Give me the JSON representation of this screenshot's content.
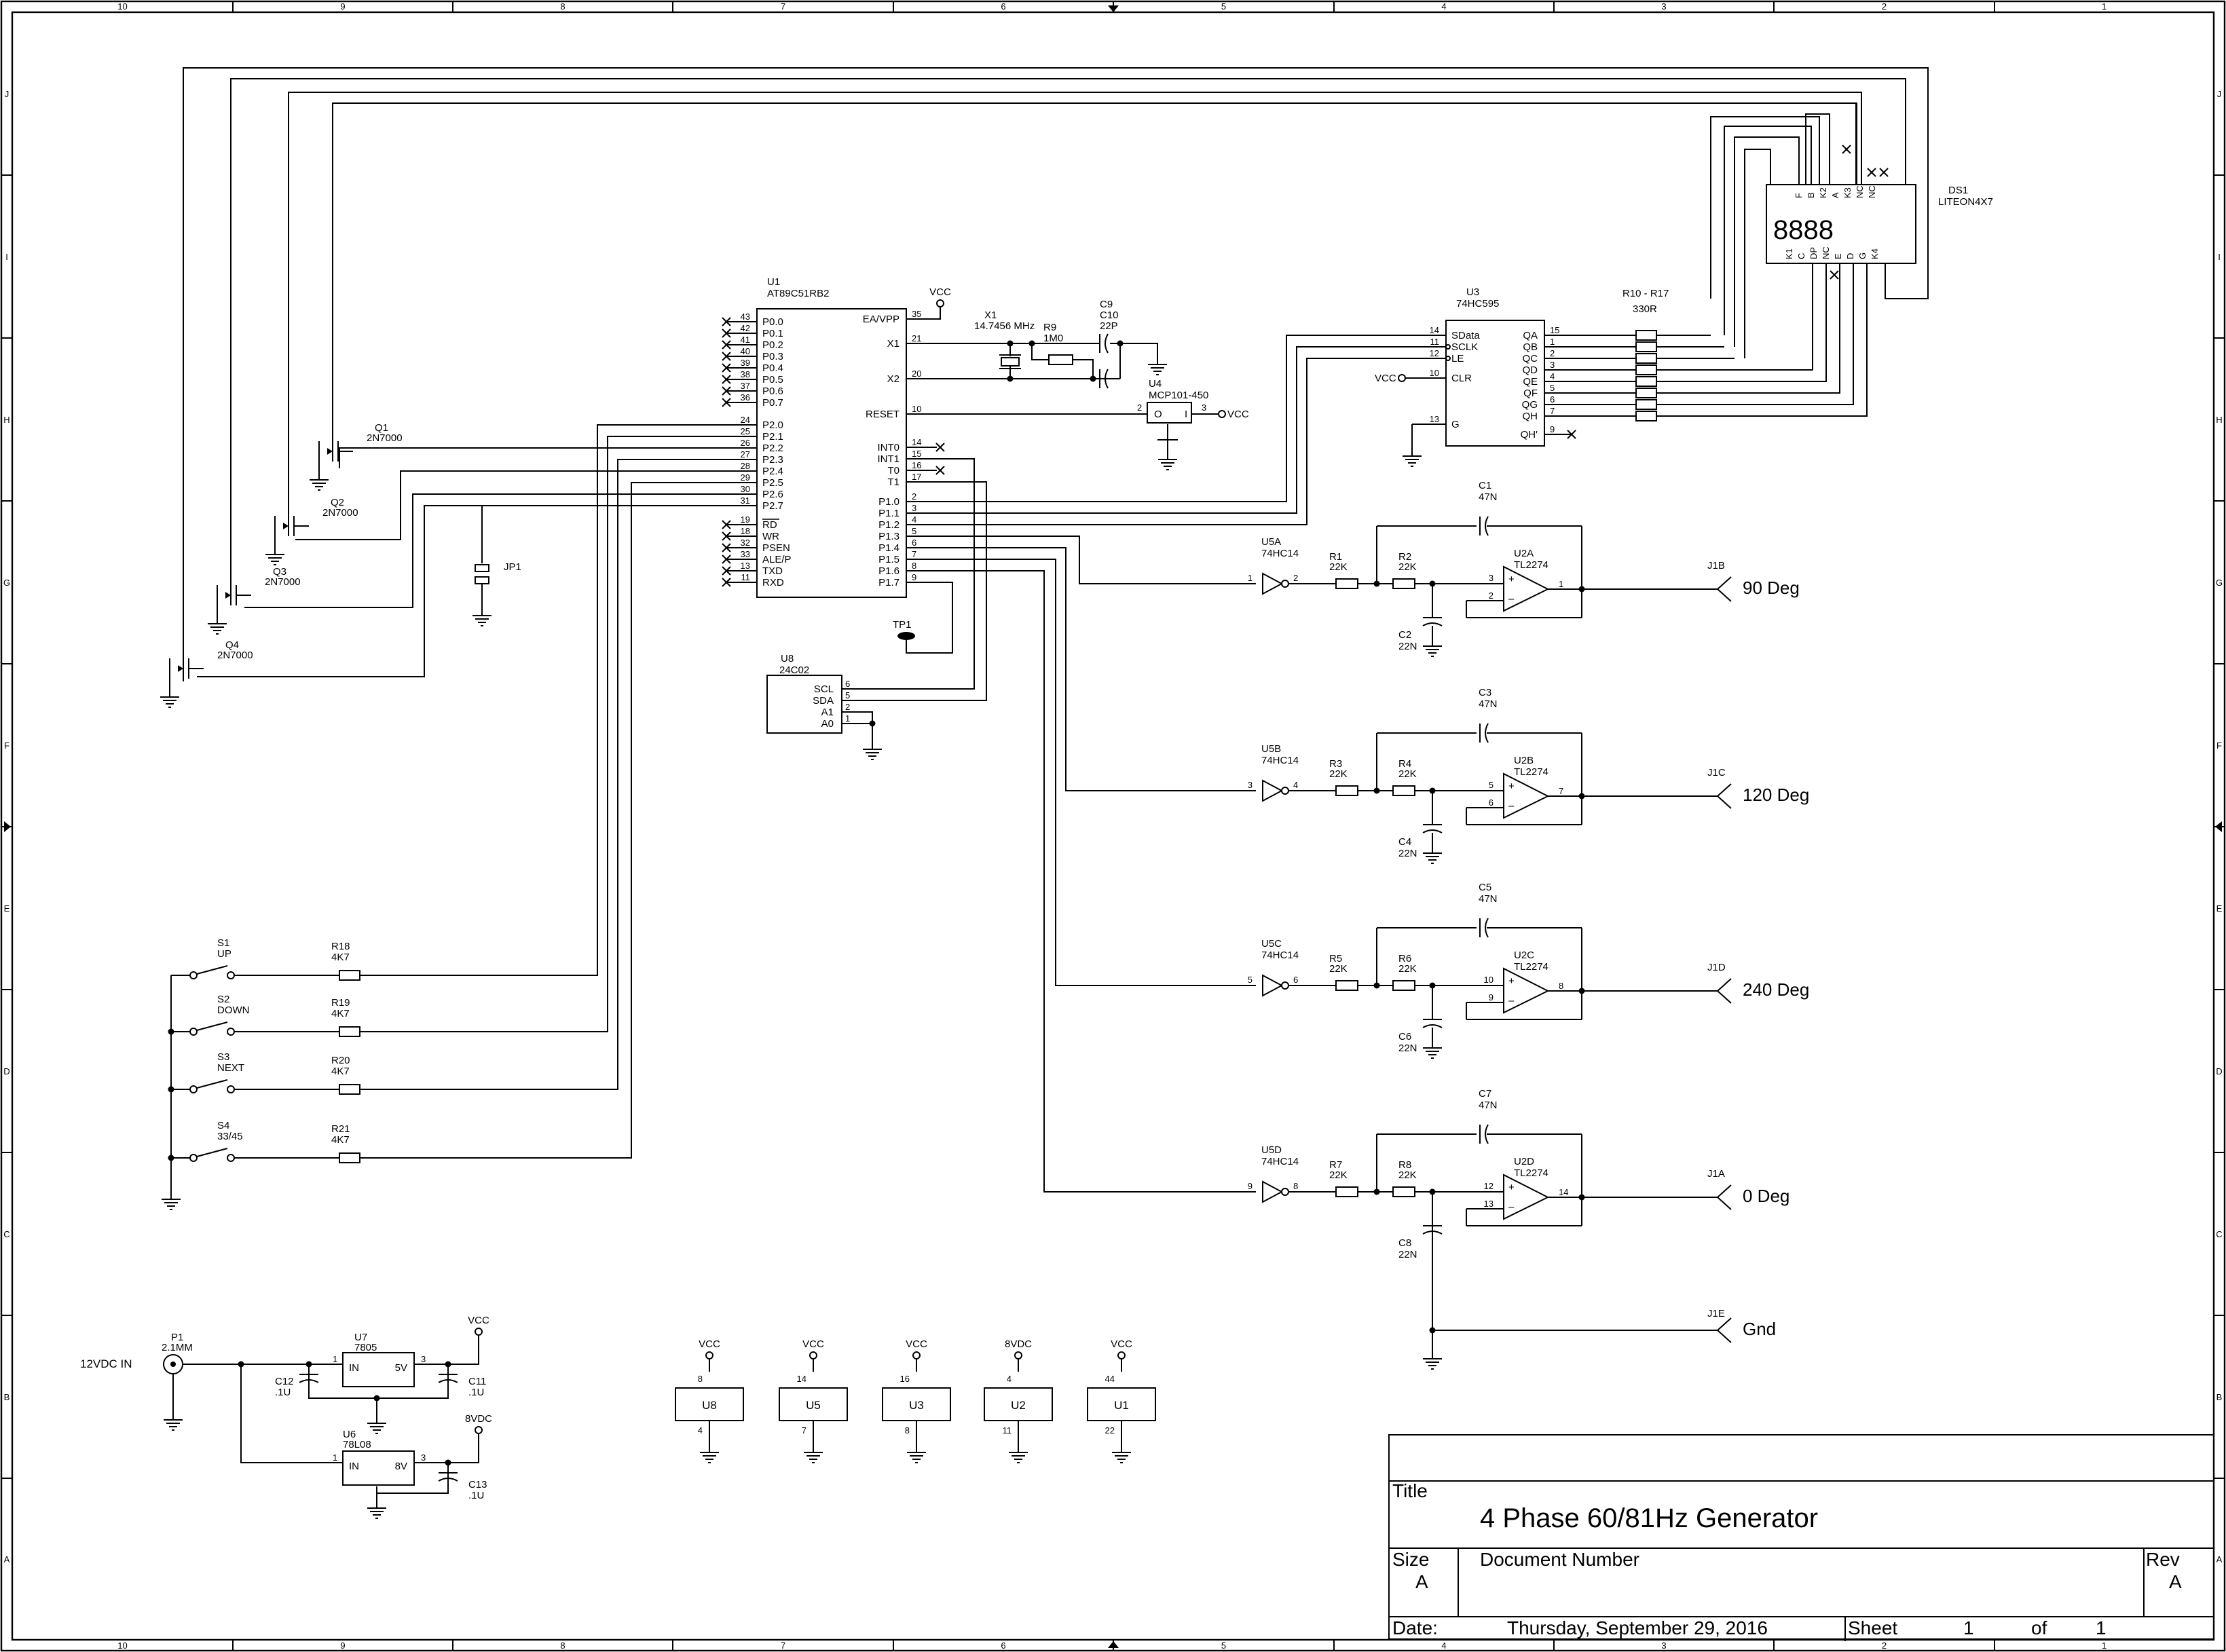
{
  "frame": {
    "columns": [
      "10",
      "9",
      "8",
      "7",
      "6",
      "5",
      "4",
      "3",
      "2",
      "1"
    ],
    "rows": [
      "J",
      "I",
      "H",
      "G",
      "F",
      "E",
      "D",
      "C",
      "B",
      "A"
    ]
  },
  "title_block": {
    "title_label": "Title",
    "title": "4 Phase 60/81Hz Generator",
    "size_label": "Size",
    "size": "A",
    "docnum_label": "Document Number",
    "rev_label": "Rev",
    "rev": "A",
    "date_label": "Date:",
    "date": "Thursday, September 29, 2016",
    "sheet_label": "Sheet",
    "sheet": "1",
    "of_label": "of",
    "sheets": "1"
  },
  "u1": {
    "ref": "U1",
    "part": "AT89C51RB2",
    "left_pins": [
      {
        "num": "43",
        "name": "P0.0"
      },
      {
        "num": "42",
        "name": "P0.1"
      },
      {
        "num": "41",
        "name": "P0.2"
      },
      {
        "num": "40",
        "name": "P0.3"
      },
      {
        "num": "39",
        "name": "P0.4"
      },
      {
        "num": "38",
        "name": "P0.5"
      },
      {
        "num": "37",
        "name": "P0.6"
      },
      {
        "num": "36",
        "name": "P0.7"
      },
      {
        "num": "24",
        "name": "P2.0"
      },
      {
        "num": "25",
        "name": "P2.1"
      },
      {
        "num": "26",
        "name": "P2.2"
      },
      {
        "num": "27",
        "name": "P2.3"
      },
      {
        "num": "28",
        "name": "P2.4"
      },
      {
        "num": "29",
        "name": "P2.5"
      },
      {
        "num": "30",
        "name": "P2.6"
      },
      {
        "num": "31",
        "name": "P2.7"
      },
      {
        "num": "19",
        "name": "RD"
      },
      {
        "num": "18",
        "name": "WR"
      },
      {
        "num": "32",
        "name": "PSEN"
      },
      {
        "num": "33",
        "name": "ALE/P"
      },
      {
        "num": "13",
        "name": "TXD"
      },
      {
        "num": "11",
        "name": "RXD"
      }
    ],
    "right_pins": [
      {
        "num": "35",
        "name": "EA/VPP"
      },
      {
        "num": "21",
        "name": "X1"
      },
      {
        "num": "20",
        "name": "X2"
      },
      {
        "num": "10",
        "name": "RESET"
      },
      {
        "num": "14",
        "name": "INT0"
      },
      {
        "num": "15",
        "name": "INT1"
      },
      {
        "num": "16",
        "name": "T0"
      },
      {
        "num": "17",
        "name": "T1"
      },
      {
        "num": "2",
        "name": "P1.0"
      },
      {
        "num": "3",
        "name": "P1.1"
      },
      {
        "num": "4",
        "name": "P1.2"
      },
      {
        "num": "5",
        "name": "P1.3"
      },
      {
        "num": "6",
        "name": "P1.4"
      },
      {
        "num": "7",
        "name": "P1.5"
      },
      {
        "num": "8",
        "name": "P1.6"
      },
      {
        "num": "9",
        "name": "P1.7"
      }
    ]
  },
  "vcc": "VCC",
  "vdc8": "8VDC",
  "crystal": {
    "ref": "X1",
    "value": "14.7456 MHz"
  },
  "r9": {
    "ref": "R9",
    "value": "1M0"
  },
  "c9c10": {
    "ref1": "C9",
    "ref2": "C10",
    "value": "22P"
  },
  "u4": {
    "ref": "U4",
    "part": "MCP101-450",
    "pin_in": "2",
    "pin_out": "3",
    "label_o": "O",
    "label_i": "I"
  },
  "u3": {
    "ref": "U3",
    "part": "74HC595",
    "left_pins": [
      {
        "num": "14",
        "name": "SData"
      },
      {
        "num": "11",
        "name": "SCLK"
      },
      {
        "num": "12",
        "name": "LE"
      },
      {
        "num": "10",
        "name": "CLR"
      },
      {
        "num": "13",
        "name": "G"
      }
    ],
    "right_pins": [
      {
        "num": "15",
        "name": "QA"
      },
      {
        "num": "1",
        "name": "QB"
      },
      {
        "num": "2",
        "name": "QC"
      },
      {
        "num": "3",
        "name": "QD"
      },
      {
        "num": "4",
        "name": "QE"
      },
      {
        "num": "5",
        "name": "QF"
      },
      {
        "num": "6",
        "name": "QG"
      },
      {
        "num": "7",
        "name": "QH"
      },
      {
        "num": "9",
        "name": "QH'"
      }
    ]
  },
  "rnet": {
    "ref": "R10 - R17",
    "value": "330R"
  },
  "ds1": {
    "ref": "DS1",
    "part": "LITEON4X7",
    "display": "8888",
    "top_pins": [
      "F",
      "B",
      "K2",
      "A",
      "K3",
      "NC",
      "NC"
    ],
    "bottom_pins": [
      "K1",
      "C",
      "DP",
      "NC",
      "E",
      "D",
      "G",
      "K4"
    ]
  },
  "transistors": [
    {
      "ref": "Q1",
      "part": "2N7000"
    },
    {
      "ref": "Q2",
      "part": "2N7000"
    },
    {
      "ref": "Q3",
      "part": "2N7000"
    },
    {
      "ref": "Q4",
      "part": "2N7000"
    }
  ],
  "jp1": "JP1",
  "tp1": "TP1",
  "u8": {
    "ref": "U8",
    "part": "24C02",
    "pins": [
      {
        "num": "6",
        "name": "SCL"
      },
      {
        "num": "5",
        "name": "SDA"
      },
      {
        "num": "2",
        "name": "A1"
      },
      {
        "num": "1",
        "name": "A0"
      }
    ]
  },
  "switches": [
    {
      "ref": "S1",
      "label": "UP",
      "r": "R18",
      "rv": "4K7"
    },
    {
      "ref": "S2",
      "label": "DOWN",
      "r": "R19",
      "rv": "4K7"
    },
    {
      "ref": "S3",
      "label": "NEXT",
      "r": "R20",
      "rv": "4K7"
    },
    {
      "ref": "S4",
      "label": "33/45",
      "r": "R21",
      "rv": "4K7"
    }
  ],
  "channels": [
    {
      "inv": "U5A",
      "invpart": "74HC14",
      "inv_in": "1",
      "inv_out": "2",
      "ra": "R1",
      "rb": "R2",
      "rv": "22K",
      "cf": "C1",
      "cfv": "47N",
      "cg": "C2",
      "cgv": "22N",
      "op": "U2A",
      "oppart": "TL2274",
      "p_plus": "3",
      "p_minus": "2",
      "p_out": "1",
      "jack": "J1B",
      "label": "90 Deg"
    },
    {
      "inv": "U5B",
      "invpart": "74HC14",
      "inv_in": "3",
      "inv_out": "4",
      "ra": "R3",
      "rb": "R4",
      "rv": "22K",
      "cf": "C3",
      "cfv": "47N",
      "cg": "C4",
      "cgv": "22N",
      "op": "U2B",
      "oppart": "TL2274",
      "p_plus": "5",
      "p_minus": "6",
      "p_out": "7",
      "jack": "J1C",
      "label": "120 Deg"
    },
    {
      "inv": "U5C",
      "invpart": "74HC14",
      "inv_in": "5",
      "inv_out": "6",
      "ra": "R5",
      "rb": "R6",
      "rv": "22K",
      "cf": "C5",
      "cfv": "47N",
      "cg": "C6",
      "cgv": "22N",
      "op": "U2C",
      "oppart": "TL2274",
      "p_plus": "10",
      "p_minus": "9",
      "p_out": "8",
      "jack": "J1D",
      "label": "240 Deg"
    },
    {
      "inv": "U5D",
      "invpart": "74HC14",
      "inv_in": "9",
      "inv_out": "8",
      "ra": "R7",
      "rb": "R8",
      "rv": "22K",
      "cf": "C7",
      "cfv": "47N",
      "cg": "C8",
      "cgv": "22N",
      "op": "U2D",
      "oppart": "TL2274",
      "p_plus": "12",
      "p_minus": "13",
      "p_out": "14",
      "jack": "J1A",
      "label": "0 Deg"
    }
  ],
  "gnd_jack": {
    "ref": "J1E",
    "label": "Gnd"
  },
  "power": {
    "input_label": "12VDC IN",
    "p1": {
      "ref": "P1",
      "value": "2.1MM"
    },
    "u7": {
      "ref": "U7",
      "part": "7805",
      "in": "IN",
      "out": "5V",
      "pin_in": "1",
      "pin_out": "3"
    },
    "u6": {
      "ref": "U6",
      "part": "78L08",
      "in": "IN",
      "out": "8V",
      "pin_in": "1",
      "pin_out": "3"
    },
    "c12": {
      "ref": "C12",
      "value": ".1U"
    },
    "c11": {
      "ref": "C11",
      "value": ".1U"
    },
    "c13": {
      "ref": "C13",
      "value": ".1U"
    }
  },
  "power_blocks": [
    {
      "ref": "U8",
      "supply": "VCC",
      "pin_top": "8",
      "pin_bot": "4"
    },
    {
      "ref": "U5",
      "supply": "VCC",
      "pin_top": "14",
      "pin_bot": "7"
    },
    {
      "ref": "U3",
      "supply": "VCC",
      "pin_top": "16",
      "pin_bot": "8"
    },
    {
      "ref": "U2",
      "supply": "8VDC",
      "pin_top": "4",
      "pin_bot": "11"
    },
    {
      "ref": "U1",
      "supply": "VCC",
      "pin_top": "44",
      "pin_bot": "22"
    }
  ]
}
